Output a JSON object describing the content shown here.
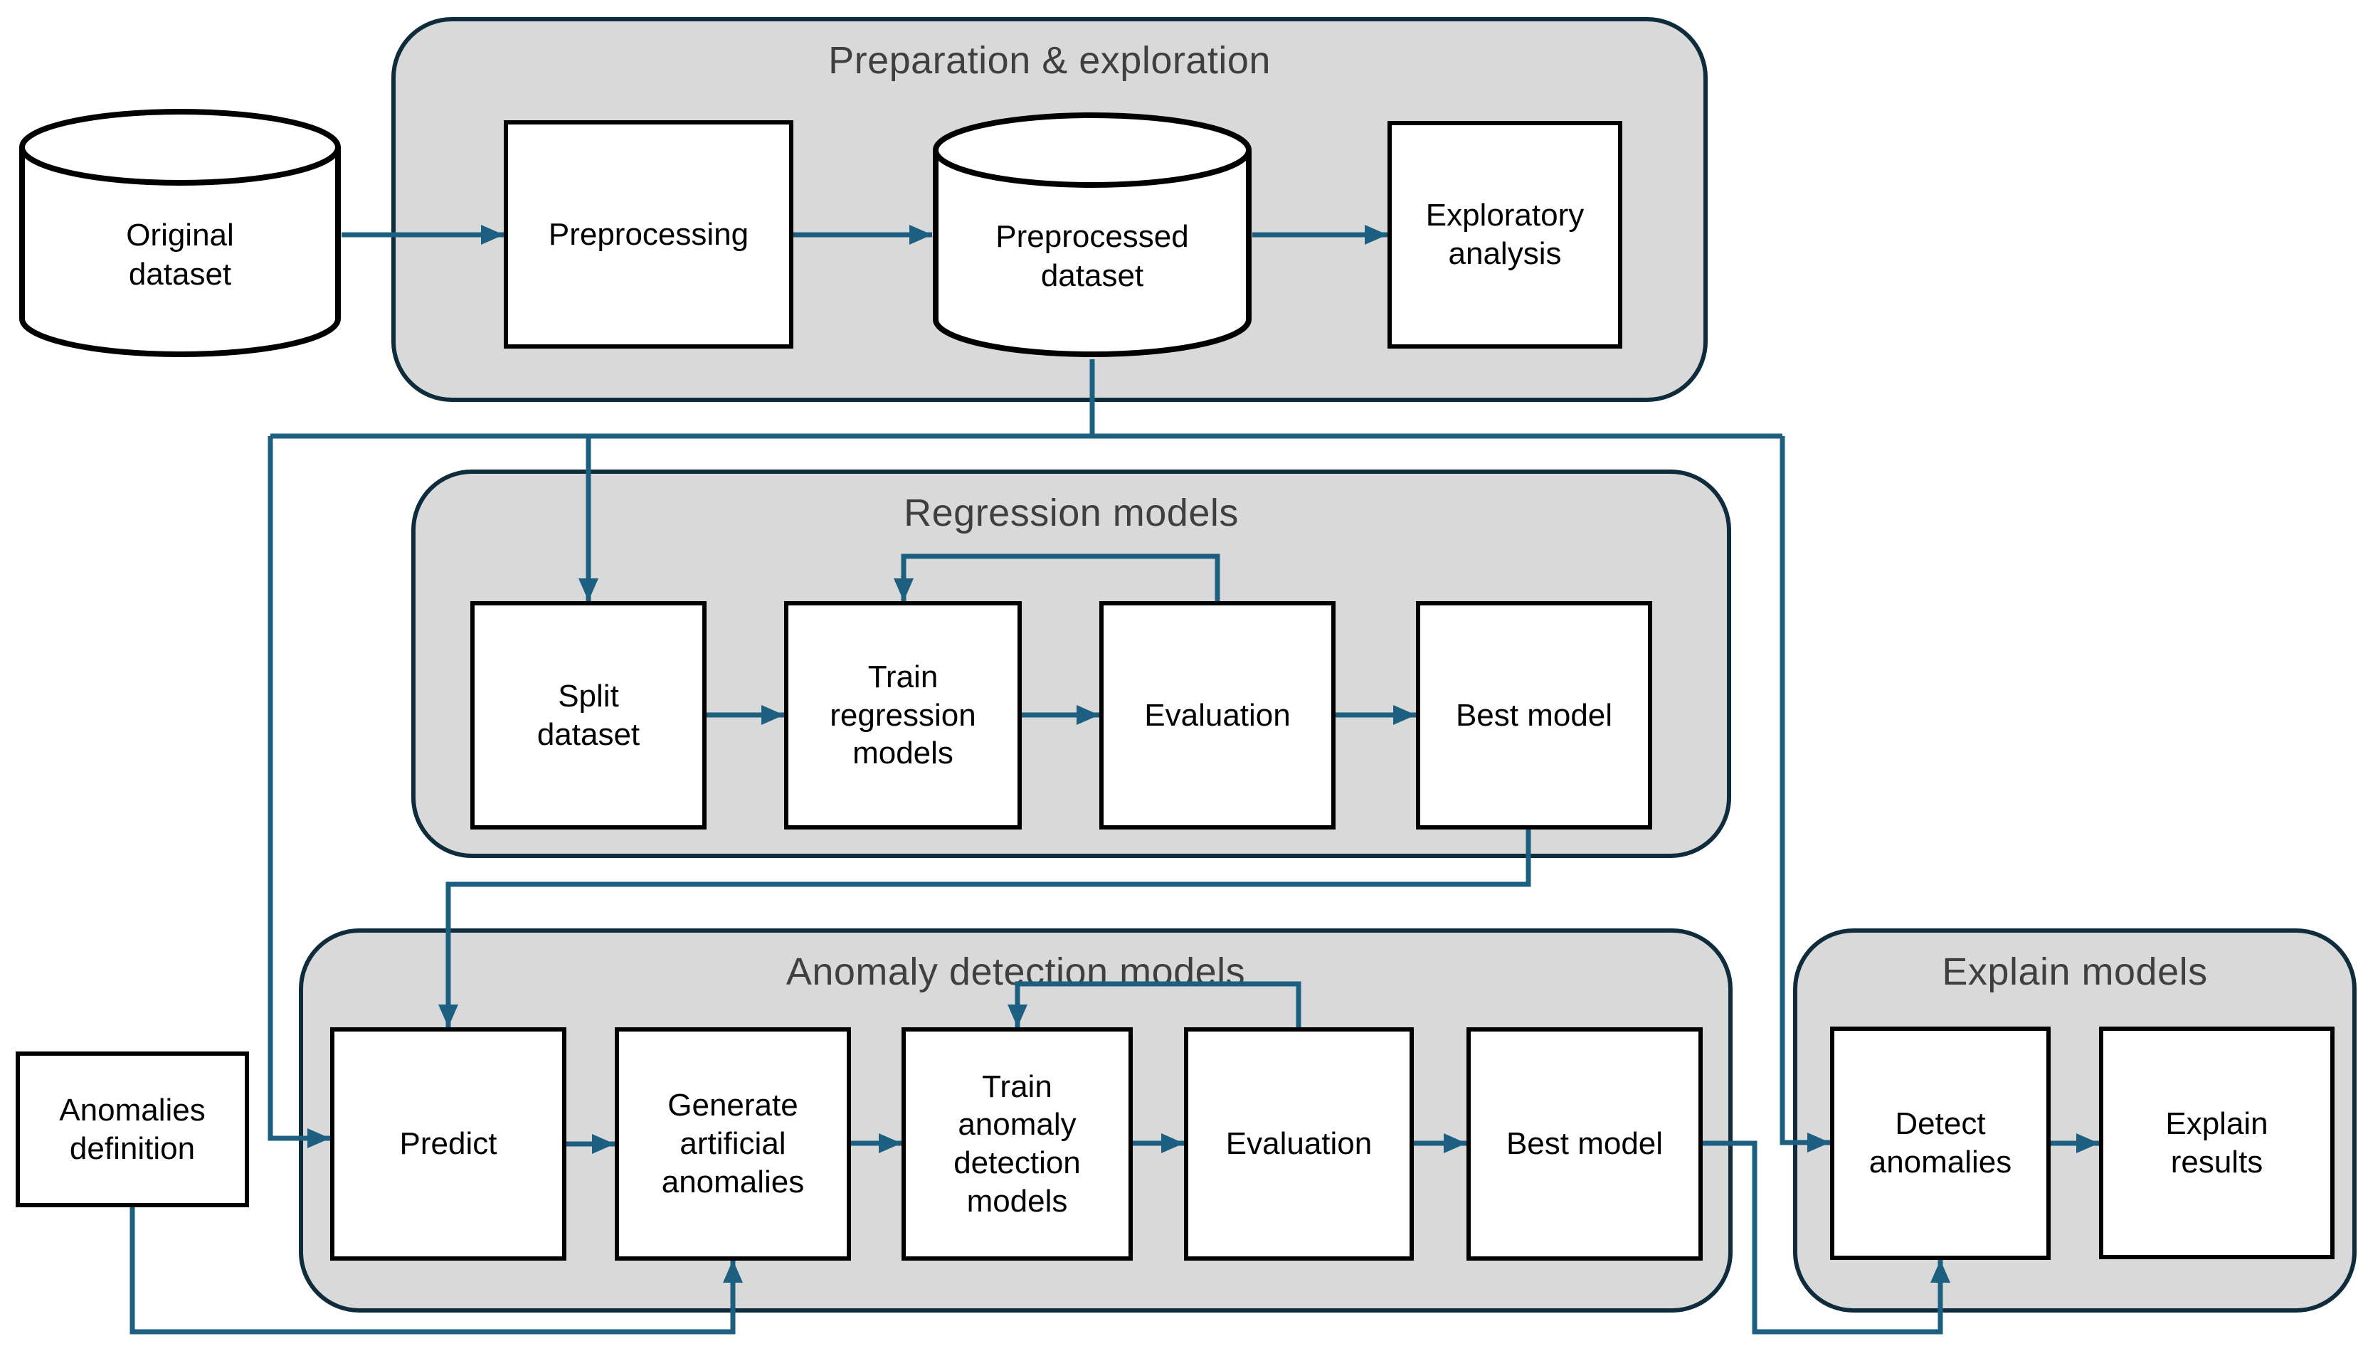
{
  "diagram_title": "",
  "colors": {
    "connector": "#1d5f80",
    "container_fill": "#d9d9d9",
    "container_border": "#0e2c3b",
    "box_fill": "#ffffff",
    "box_border": "#000000",
    "section_title_text": "#3f3f3f",
    "label_text": "#000000"
  },
  "sections": {
    "preparation": {
      "title": "Preparation & exploration"
    },
    "regression": {
      "title": "Regression models"
    },
    "anomaly": {
      "title": "Anomaly detection models"
    },
    "explain": {
      "title": "Explain models"
    }
  },
  "nodes": {
    "original_dataset": {
      "label": "Original\ndataset",
      "shape": "cylinder"
    },
    "preprocessing": {
      "label": "Preprocessing",
      "shape": "rect"
    },
    "preprocessed_dataset": {
      "label": "Preprocessed\ndataset",
      "shape": "cylinder"
    },
    "exploratory_analysis": {
      "label": "Exploratory\nanalysis",
      "shape": "rect"
    },
    "split_dataset": {
      "label": "Split\ndataset",
      "shape": "rect"
    },
    "train_regression_models": {
      "label": "Train\nregression\nmodels",
      "shape": "rect"
    },
    "evaluation_regression": {
      "label": "Evaluation",
      "shape": "rect"
    },
    "best_model_regression": {
      "label": "Best model",
      "shape": "rect"
    },
    "predict": {
      "label": "Predict",
      "shape": "rect"
    },
    "generate_artificial_anomalies": {
      "label": "Generate\nartificial\nanomalies",
      "shape": "rect"
    },
    "train_anomaly_detection_models": {
      "label": "Train\nanomaly\ndetection\nmodels",
      "shape": "rect"
    },
    "evaluation_anomaly": {
      "label": "Evaluation",
      "shape": "rect"
    },
    "best_model_anomaly": {
      "label": "Best model",
      "shape": "rect"
    },
    "detect_anomalies": {
      "label": "Detect\nanomalies",
      "shape": "rect"
    },
    "explain_results": {
      "label": "Explain\nresults",
      "shape": "rect"
    },
    "anomalies_definition": {
      "label": "Anomalies\ndefinition",
      "shape": "rect"
    }
  },
  "edges": [
    {
      "from": "original_dataset",
      "to": "preprocessing"
    },
    {
      "from": "preprocessing",
      "to": "preprocessed_dataset"
    },
    {
      "from": "preprocessed_dataset",
      "to": "exploratory_analysis"
    },
    {
      "from": "preprocessed_dataset",
      "to": "split_dataset"
    },
    {
      "from": "preprocessed_dataset",
      "to": "predict"
    },
    {
      "from": "preprocessed_dataset",
      "to": "detect_anomalies"
    },
    {
      "from": "split_dataset",
      "to": "train_regression_models"
    },
    {
      "from": "train_regression_models",
      "to": "evaluation_regression"
    },
    {
      "from": "evaluation_regression",
      "to": "train_regression_models"
    },
    {
      "from": "evaluation_regression",
      "to": "best_model_regression"
    },
    {
      "from": "best_model_regression",
      "to": "predict"
    },
    {
      "from": "predict",
      "to": "generate_artificial_anomalies"
    },
    {
      "from": "generate_artificial_anomalies",
      "to": "train_anomaly_detection_models"
    },
    {
      "from": "train_anomaly_detection_models",
      "to": "evaluation_anomaly"
    },
    {
      "from": "evaluation_anomaly",
      "to": "train_anomaly_detection_models"
    },
    {
      "from": "evaluation_anomaly",
      "to": "best_model_anomaly"
    },
    {
      "from": "best_model_anomaly",
      "to": "detect_anomalies"
    },
    {
      "from": "anomalies_definition",
      "to": "generate_artificial_anomalies"
    },
    {
      "from": "detect_anomalies",
      "to": "explain_results"
    }
  ]
}
